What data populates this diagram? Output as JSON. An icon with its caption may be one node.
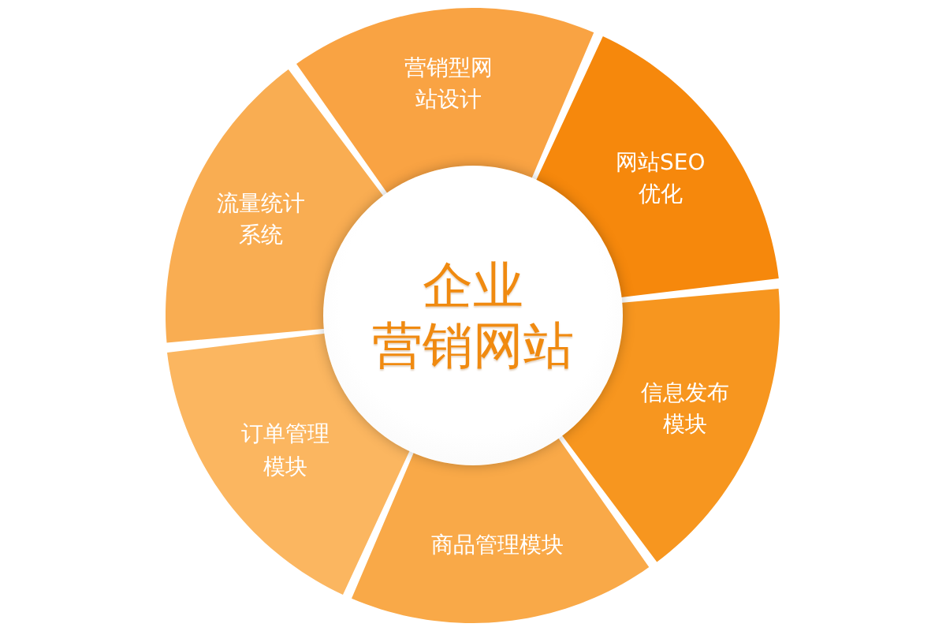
{
  "diagram": {
    "nodes": [
      {
        "text": [
          "企业",
          "营销网站"
        ]
      },
      {
        "text": [
          "营销型网站设计"
        ]
      },
      {
        "text": [
          "网站SEO优化"
        ]
      },
      {
        "text": [
          "信息发布模块"
        ]
      },
      {
        "text": [
          "商品管理模块"
        ]
      },
      {
        "text": [
          "订单管理模块"
        ]
      },
      {
        "text": [
          "流量统计系统"
        ]
      }
    ]
  }
}
